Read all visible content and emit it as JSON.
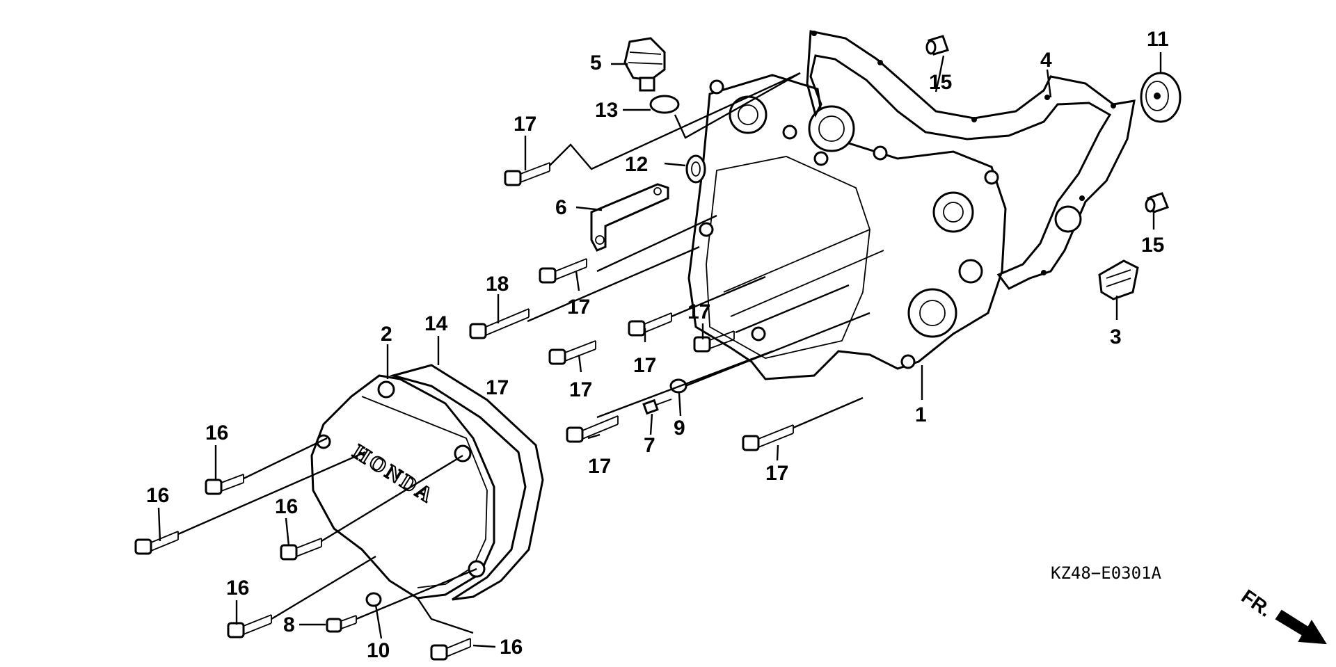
{
  "diagram": {
    "code": "KZ48−E0301A",
    "brand_text": "HONDA",
    "direction_text": "FR.",
    "labels": {
      "l1": "1",
      "l2": "2",
      "l3": "3",
      "l4": "4",
      "l5": "5",
      "l6": "6",
      "l7": "7",
      "l8": "8",
      "l9": "9",
      "l10": "10",
      "l11": "11",
      "l12": "12",
      "l13": "13",
      "l14": "14",
      "l15a": "15",
      "l15b": "15",
      "l16a": "16",
      "l16b": "16",
      "l16c": "16",
      "l16d": "16",
      "l16e": "16",
      "l17a": "17",
      "l17b": "17",
      "l17c": "17",
      "l17d": "17",
      "l17e": "17",
      "l17f": "17",
      "l17g": "17",
      "l17h": "17",
      "l18": "18"
    }
  }
}
